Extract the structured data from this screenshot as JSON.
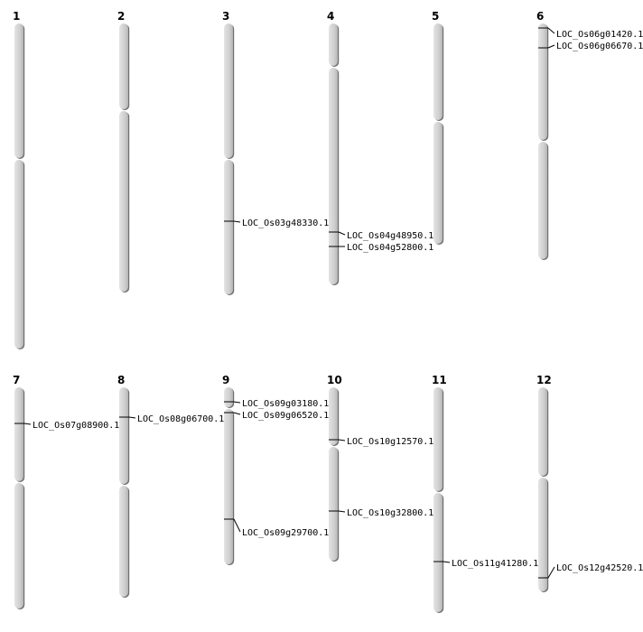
{
  "chromosomes": [
    {
      "name": "1",
      "markers": []
    },
    {
      "name": "2",
      "markers": []
    },
    {
      "name": "3",
      "markers": [
        "LOC_Os03g48330.1"
      ]
    },
    {
      "name": "4",
      "markers": [
        "LOC_Os04g48950.1",
        "LOC_Os04g52800.1"
      ]
    },
    {
      "name": "5",
      "markers": []
    },
    {
      "name": "6",
      "markers": [
        "LOC_Os06g01420.1",
        "LOC_Os06g06670.1"
      ]
    },
    {
      "name": "7",
      "markers": [
        "LOC_Os07g08900.1"
      ]
    },
    {
      "name": "8",
      "markers": [
        "LOC_Os08g06700.1"
      ]
    },
    {
      "name": "9",
      "markers": [
        "LOC_Os09g03180.1",
        "LOC_Os09g06520.1",
        "LOC_Os09g29700.1"
      ]
    },
    {
      "name": "10",
      "markers": [
        "LOC_Os10g12570.1",
        "LOC_Os10g32800.1"
      ]
    },
    {
      "name": "11",
      "markers": [
        "LOC_Os11g41280.1"
      ]
    },
    {
      "name": "12",
      "markers": [
        "LOC_Os12g42520.1"
      ]
    }
  ],
  "colors": {
    "chromosome": "#d4d4d4",
    "shadow": "#6e6e6e",
    "marker": "#000000"
  }
}
